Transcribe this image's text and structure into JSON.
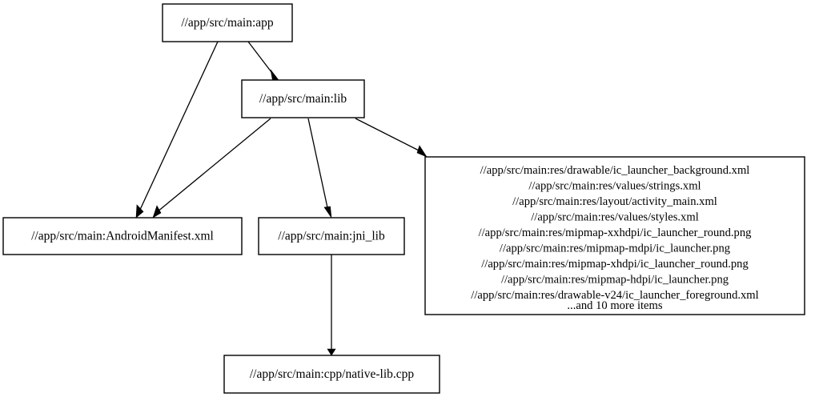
{
  "graph": {
    "type": "dependency-graph",
    "direction": "top-to-bottom",
    "background_color": "#ffffff",
    "node_fill": "#ffffff",
    "node_stroke": "#000000",
    "text_color": "#000000",
    "nodes": [
      {
        "id": "app",
        "label": "//app/src/main:app",
        "shape": "rectangle"
      },
      {
        "id": "lib",
        "label": "//app/src/main:lib",
        "shape": "rectangle"
      },
      {
        "id": "manifest",
        "label": "//app/src/main:AndroidManifest.xml",
        "shape": "rectangle"
      },
      {
        "id": "jni_lib",
        "label": "//app/src/main:jni_lib",
        "shape": "rectangle"
      },
      {
        "id": "native_lib",
        "label": "//app/src/main:cpp/native-lib.cpp",
        "shape": "rectangle"
      },
      {
        "id": "resources",
        "shape": "rectangle",
        "lines": [
          "//app/src/main:res/drawable/ic_launcher_background.xml",
          "//app/src/main:res/values/strings.xml",
          "//app/src/main:res/layout/activity_main.xml",
          "//app/src/main:res/values/styles.xml",
          "//app/src/main:res/mipmap-xxhdpi/ic_launcher_round.png",
          "//app/src/main:res/mipmap-mdpi/ic_launcher.png",
          "//app/src/main:res/mipmap-xhdpi/ic_launcher_round.png",
          "//app/src/main:res/mipmap-hdpi/ic_launcher.png",
          "//app/src/main:res/drawable-v24/ic_launcher_foreground.xml",
          "...and 10 more items"
        ]
      }
    ],
    "edges": [
      {
        "id": "app-to-lib",
        "from": "app",
        "to": "lib"
      },
      {
        "id": "app-to-manifest",
        "from": "app",
        "to": "manifest"
      },
      {
        "id": "lib-to-manifest",
        "from": "lib",
        "to": "manifest"
      },
      {
        "id": "lib-to-jni_lib",
        "from": "lib",
        "to": "jni_lib"
      },
      {
        "id": "lib-to-resources",
        "from": "lib",
        "to": "resources"
      },
      {
        "id": "jni_lib-to-native_lib",
        "from": "jni_lib",
        "to": "native_lib"
      }
    ]
  }
}
